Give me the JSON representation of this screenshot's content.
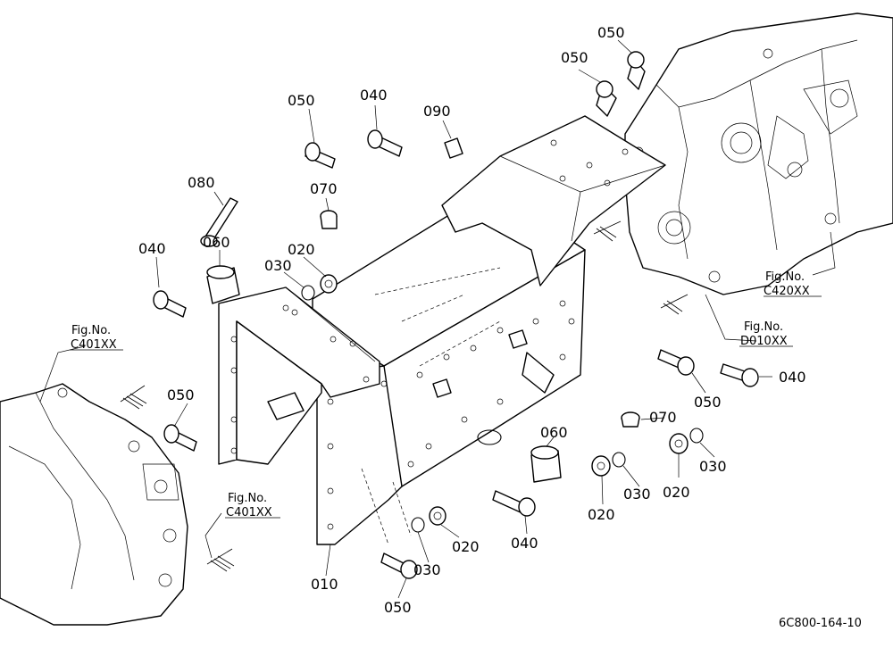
{
  "labels": {
    "p010": "010",
    "p020_a": "020",
    "p020_b": "020",
    "p020_c": "020",
    "p020_d": "020",
    "p030_a": "030",
    "p030_b": "030",
    "p030_c": "030",
    "p030_d": "030",
    "p040_a": "040",
    "p040_b": "040",
    "p040_c": "040",
    "p040_d": "040",
    "p050_a": "050",
    "p050_b": "050",
    "p050_c": "050",
    "p050_d": "050",
    "p050_e": "050",
    "p050_f": "050",
    "p060_a": "060",
    "p060_b": "060",
    "p070_a": "070",
    "p070_b": "070",
    "p080": "080",
    "p090": "090"
  },
  "fig_refs": {
    "c420_title": "Fig.No.",
    "c420_code": "C420XX",
    "d010_title": "Fig.No.",
    "d010_code": "D010XX",
    "c401_top_title": "Fig.No.",
    "c401_top_code": "C401XX",
    "c401_bot_title": "Fig.No.",
    "c401_bot_code": "C401XX"
  },
  "drawing_code": "6C800-164-10"
}
